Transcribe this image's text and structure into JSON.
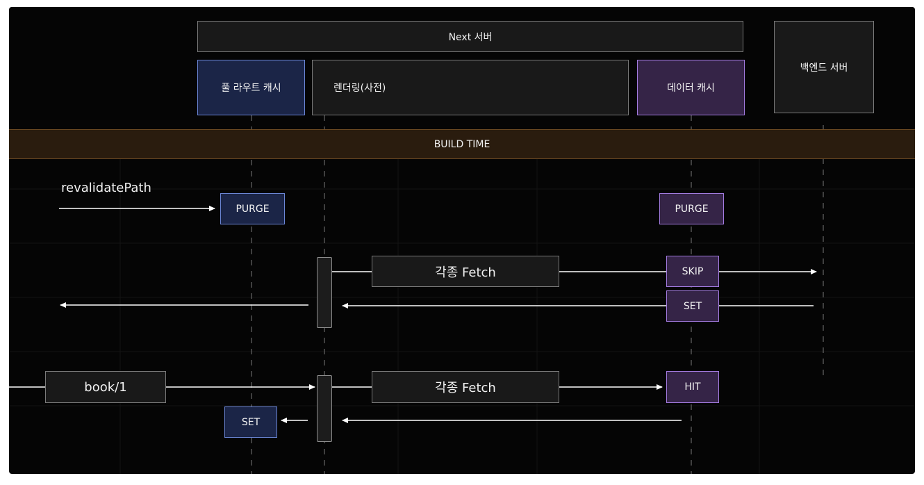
{
  "header": {
    "next_server": "Next 서버",
    "backend_server": "백엔드 서버",
    "full_route_cache": "풀 라우트 캐시",
    "rendering": "렌더링(사전)",
    "data_cache": "데이터 캐시"
  },
  "band": {
    "label": "BUILD TIME"
  },
  "flow": {
    "revalidate_label": "revalidatePath",
    "purge_left": "PURGE",
    "purge_right": "PURGE",
    "fetch_1": "각종 Fetch",
    "skip": "SKIP",
    "set_right": "SET",
    "request_label": "book/1",
    "fetch_2": "각종 Fetch",
    "hit": "HIT",
    "set_left": "SET"
  },
  "colors": {
    "background": "#050505",
    "blue_box": "#1b2547",
    "purple_box": "#352447",
    "band": "#2a1c0e"
  }
}
